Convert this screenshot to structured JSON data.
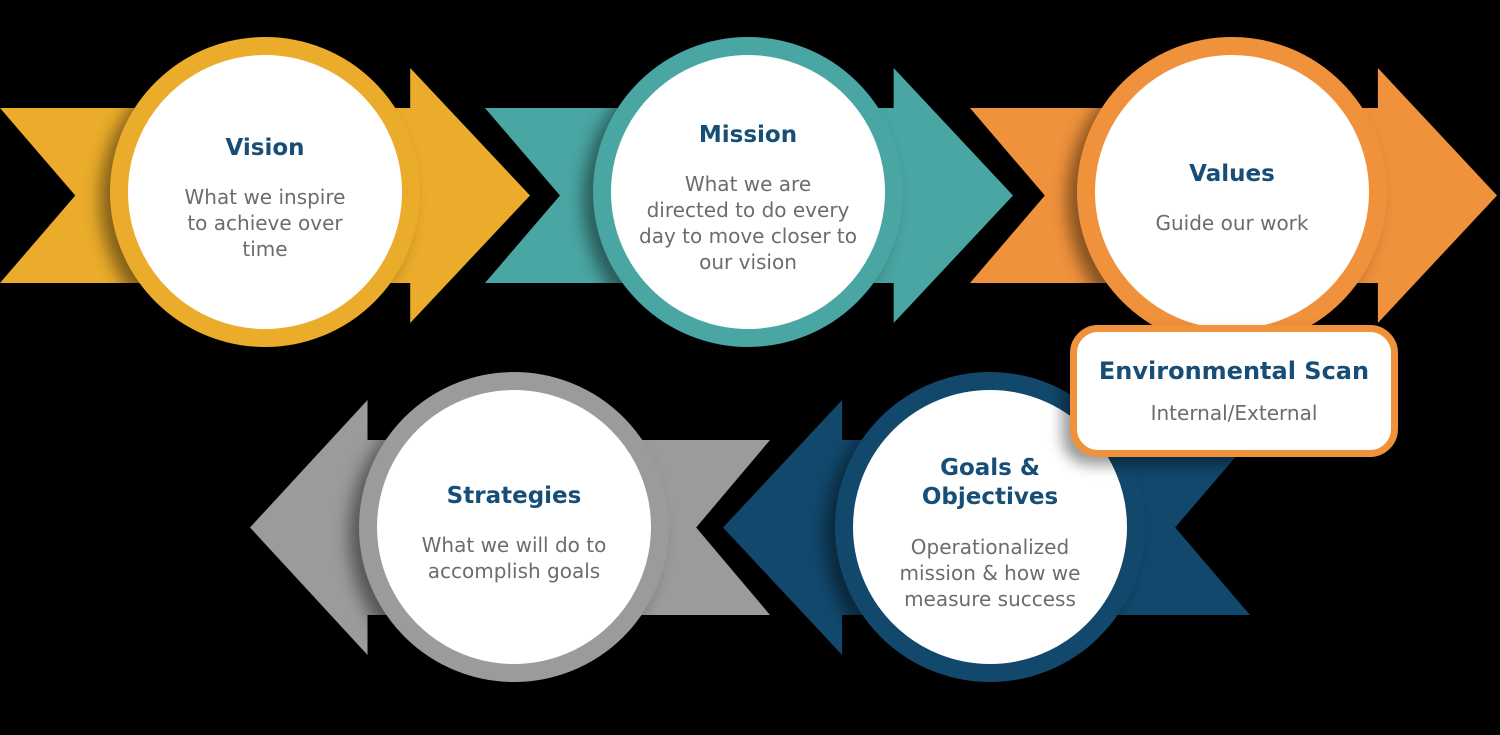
{
  "canvas": {
    "background_color": "#000000"
  },
  "diagram": {
    "type": "strategic-planning-flow",
    "text_colors": {
      "heading": "#174E77",
      "body": "#6B6C6E"
    },
    "steps": [
      {
        "id": "vision",
        "title": "Vision",
        "description": "What we inspire\nto achieve over\ntime",
        "accent_color": "#EBAC2B",
        "arrow_direction": "right"
      },
      {
        "id": "mission",
        "title": "Mission",
        "description": "What we are\ndirected to do every\nday to move closer to\nour vision",
        "accent_color": "#4AA6A3",
        "arrow_direction": "right"
      },
      {
        "id": "values",
        "title": "Values",
        "description": "Guide our work",
        "accent_color": "#F0923C",
        "arrow_direction": "right"
      },
      {
        "id": "goals-objectives",
        "title": "Goals &\nObjectives",
        "description": "Operationalized\nmission & how we\nmeasure success",
        "accent_color": "#11486C",
        "arrow_direction": "left"
      },
      {
        "id": "strategies",
        "title": "Strategies",
        "description": "What we will do to\naccomplish goals",
        "accent_color": "#9B9B9C",
        "arrow_direction": "left"
      }
    ],
    "callout": {
      "title": "Environmental Scan",
      "description": "Internal/External",
      "border_color": "#F0923C"
    }
  }
}
